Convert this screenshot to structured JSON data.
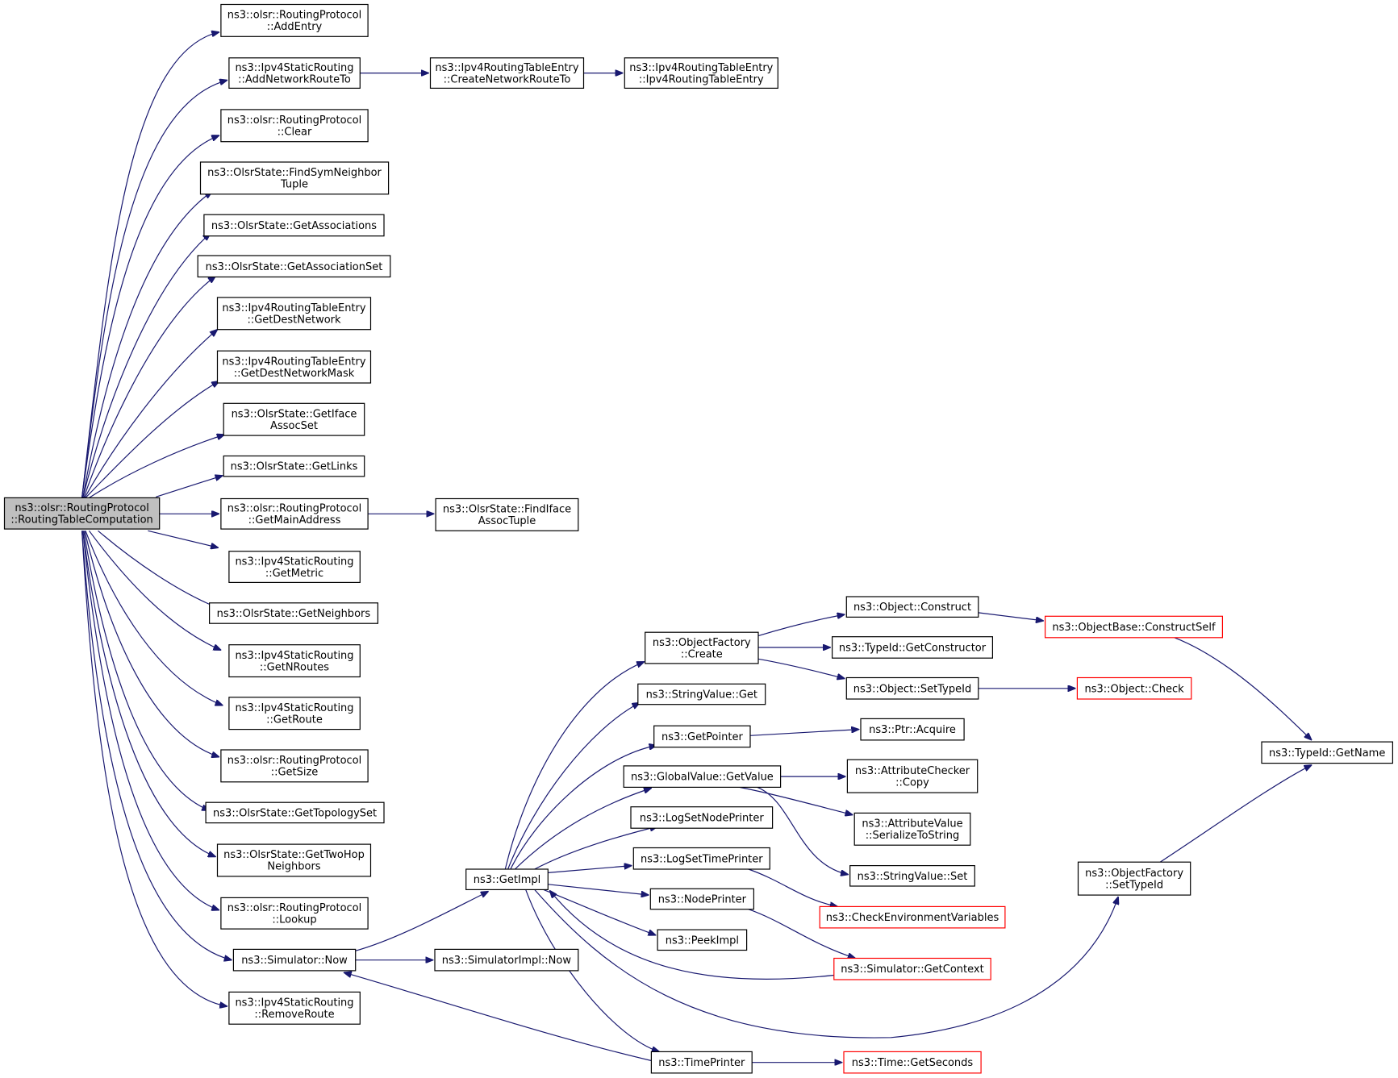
{
  "diagram": {
    "type": "call-graph",
    "colors": {
      "edge": "#191970",
      "root_fill": "#bfbfbf",
      "node_border": "#000000",
      "truncated_border": "#ff0000"
    },
    "nodes": [
      {
        "id": "root",
        "lines": [
          "ns3::olsr::RoutingProtocol",
          "::RoutingTableComputation"
        ],
        "style": "root"
      },
      {
        "id": "addentry",
        "lines": [
          "ns3::olsr::RoutingProtocol",
          "::AddEntry"
        ]
      },
      {
        "id": "addnetroute",
        "lines": [
          "ns3::Ipv4StaticRouting",
          "::AddNetworkRouteTo"
        ]
      },
      {
        "id": "createnet",
        "lines": [
          "ns3::Ipv4RoutingTableEntry",
          "::CreateNetworkRouteTo"
        ]
      },
      {
        "id": "rtentry",
        "lines": [
          "ns3::Ipv4RoutingTableEntry",
          "::Ipv4RoutingTableEntry"
        ]
      },
      {
        "id": "clear",
        "lines": [
          "ns3::olsr::RoutingProtocol",
          "::Clear"
        ]
      },
      {
        "id": "findsym",
        "lines": [
          "ns3::OlsrState::FindSymNeighbor",
          "Tuple"
        ]
      },
      {
        "id": "getassoc",
        "lines": [
          "ns3::OlsrState::GetAssociations"
        ]
      },
      {
        "id": "getassocset",
        "lines": [
          "ns3::OlsrState::GetAssociationSet"
        ]
      },
      {
        "id": "getdestnet",
        "lines": [
          "ns3::Ipv4RoutingTableEntry",
          "::GetDestNetwork"
        ]
      },
      {
        "id": "getdestmask",
        "lines": [
          "ns3::Ipv4RoutingTableEntry",
          "::GetDestNetworkMask"
        ]
      },
      {
        "id": "getiface",
        "lines": [
          "ns3::OlsrState::GetIface",
          "AssocSet"
        ]
      },
      {
        "id": "getlinks",
        "lines": [
          "ns3::OlsrState::GetLinks"
        ]
      },
      {
        "id": "getmainaddr",
        "lines": [
          "ns3::olsr::RoutingProtocol",
          "::GetMainAddress"
        ]
      },
      {
        "id": "findiface",
        "lines": [
          "ns3::OlsrState::FindIface",
          "AssocTuple"
        ]
      },
      {
        "id": "getmetric",
        "lines": [
          "ns3::Ipv4StaticRouting",
          "::GetMetric"
        ]
      },
      {
        "id": "getneighbors",
        "lines": [
          "ns3::OlsrState::GetNeighbors"
        ]
      },
      {
        "id": "getnroutes",
        "lines": [
          "ns3::Ipv4StaticRouting",
          "::GetNRoutes"
        ]
      },
      {
        "id": "getroute",
        "lines": [
          "ns3::Ipv4StaticRouting",
          "::GetRoute"
        ]
      },
      {
        "id": "getsize",
        "lines": [
          "ns3::olsr::RoutingProtocol",
          "::GetSize"
        ]
      },
      {
        "id": "gettopo",
        "lines": [
          "ns3::OlsrState::GetTopologySet"
        ]
      },
      {
        "id": "gettwohop",
        "lines": [
          "ns3::OlsrState::GetTwoHop",
          "Neighbors"
        ]
      },
      {
        "id": "lookup",
        "lines": [
          "ns3::olsr::RoutingProtocol",
          "::Lookup"
        ]
      },
      {
        "id": "simnow",
        "lines": [
          "ns3::Simulator::Now"
        ]
      },
      {
        "id": "removeroute",
        "lines": [
          "ns3::Ipv4StaticRouting",
          "::RemoveRoute"
        ]
      },
      {
        "id": "getimpl",
        "lines": [
          "ns3::GetImpl"
        ]
      },
      {
        "id": "simimplnow",
        "lines": [
          "ns3::SimulatorImpl::Now"
        ]
      },
      {
        "id": "timeprinter",
        "lines": [
          "ns3::TimePrinter"
        ]
      },
      {
        "id": "getseconds",
        "lines": [
          "ns3::Time::GetSeconds"
        ],
        "style": "red"
      },
      {
        "id": "objfcreate",
        "lines": [
          "ns3::ObjectFactory",
          "::Create"
        ]
      },
      {
        "id": "strget",
        "lines": [
          "ns3::StringValue::Get"
        ]
      },
      {
        "id": "getpointer",
        "lines": [
          "ns3::GetPointer"
        ]
      },
      {
        "id": "gvgetvalue",
        "lines": [
          "ns3::GlobalValue::GetValue"
        ]
      },
      {
        "id": "logsetnode",
        "lines": [
          "ns3::LogSetNodePrinter"
        ]
      },
      {
        "id": "logsettime",
        "lines": [
          "ns3::LogSetTimePrinter"
        ]
      },
      {
        "id": "nodeprinter",
        "lines": [
          "ns3::NodePrinter"
        ]
      },
      {
        "id": "peekimpl",
        "lines": [
          "ns3::PeekImpl"
        ]
      },
      {
        "id": "objconstruct",
        "lines": [
          "ns3::Object::Construct"
        ]
      },
      {
        "id": "gettypector",
        "lines": [
          "ns3::TypeId::GetConstructor"
        ]
      },
      {
        "id": "settypeid",
        "lines": [
          "ns3::Object::SetTypeId"
        ]
      },
      {
        "id": "ptracquire",
        "lines": [
          "ns3::Ptr::Acquire"
        ]
      },
      {
        "id": "attrcheckcopy",
        "lines": [
          "ns3::AttributeChecker",
          "::Copy"
        ]
      },
      {
        "id": "attrvalser",
        "lines": [
          "ns3::AttributeValue",
          "::SerializeToString"
        ]
      },
      {
        "id": "strset",
        "lines": [
          "ns3::StringValue::Set"
        ]
      },
      {
        "id": "checkenv",
        "lines": [
          "ns3::CheckEnvironmentVariables"
        ],
        "style": "red"
      },
      {
        "id": "getcontext",
        "lines": [
          "ns3::Simulator::GetContext"
        ],
        "style": "red"
      },
      {
        "id": "constructself",
        "lines": [
          "ns3::ObjectBase::ConstructSelf"
        ],
        "style": "red"
      },
      {
        "id": "objcheck",
        "lines": [
          "ns3::Object::Check"
        ],
        "style": "red"
      },
      {
        "id": "ofsettypeid",
        "lines": [
          "ns3::ObjectFactory",
          "::SetTypeId"
        ]
      },
      {
        "id": "typeidgetname",
        "lines": [
          "ns3::TypeId::GetName"
        ]
      }
    ],
    "edges": [
      [
        "root",
        "addentry"
      ],
      [
        "root",
        "addnetroute"
      ],
      [
        "root",
        "clear"
      ],
      [
        "root",
        "findsym"
      ],
      [
        "root",
        "getassoc"
      ],
      [
        "root",
        "getassocset"
      ],
      [
        "root",
        "getdestnet"
      ],
      [
        "root",
        "getdestmask"
      ],
      [
        "root",
        "getiface"
      ],
      [
        "root",
        "getlinks"
      ],
      [
        "root",
        "getmainaddr"
      ],
      [
        "root",
        "getmetric"
      ],
      [
        "root",
        "getneighbors"
      ],
      [
        "root",
        "getnroutes"
      ],
      [
        "root",
        "getroute"
      ],
      [
        "root",
        "getsize"
      ],
      [
        "root",
        "gettopo"
      ],
      [
        "root",
        "gettwohop"
      ],
      [
        "root",
        "lookup"
      ],
      [
        "root",
        "simnow"
      ],
      [
        "root",
        "removeroute"
      ],
      [
        "addnetroute",
        "createnet"
      ],
      [
        "createnet",
        "rtentry"
      ],
      [
        "getmainaddr",
        "findiface"
      ],
      [
        "simnow",
        "getimpl"
      ],
      [
        "simnow",
        "simimplnow"
      ],
      [
        "timeprinter",
        "simnow"
      ],
      [
        "timeprinter",
        "getseconds"
      ],
      [
        "getimpl",
        "timeprinter"
      ],
      [
        "getimpl",
        "objfcreate"
      ],
      [
        "getimpl",
        "strget"
      ],
      [
        "getimpl",
        "getpointer"
      ],
      [
        "getimpl",
        "gvgetvalue"
      ],
      [
        "getimpl",
        "logsetnode"
      ],
      [
        "getimpl",
        "logsettime"
      ],
      [
        "getimpl",
        "nodeprinter"
      ],
      [
        "getimpl",
        "peekimpl"
      ],
      [
        "getimpl",
        "ofsettypeid"
      ],
      [
        "getcontext",
        "getimpl"
      ],
      [
        "objfcreate",
        "objconstruct"
      ],
      [
        "objfcreate",
        "gettypector"
      ],
      [
        "objfcreate",
        "settypeid"
      ],
      [
        "objconstruct",
        "constructself"
      ],
      [
        "settypeid",
        "objcheck"
      ],
      [
        "getpointer",
        "ptracquire"
      ],
      [
        "gvgetvalue",
        "attrcheckcopy"
      ],
      [
        "gvgetvalue",
        "attrvalser"
      ],
      [
        "gvgetvalue",
        "strset"
      ],
      [
        "logsettime",
        "checkenv"
      ],
      [
        "nodeprinter",
        "getcontext"
      ],
      [
        "constructself",
        "typeidgetname"
      ],
      [
        "ofsettypeid",
        "typeidgetname"
      ]
    ]
  }
}
